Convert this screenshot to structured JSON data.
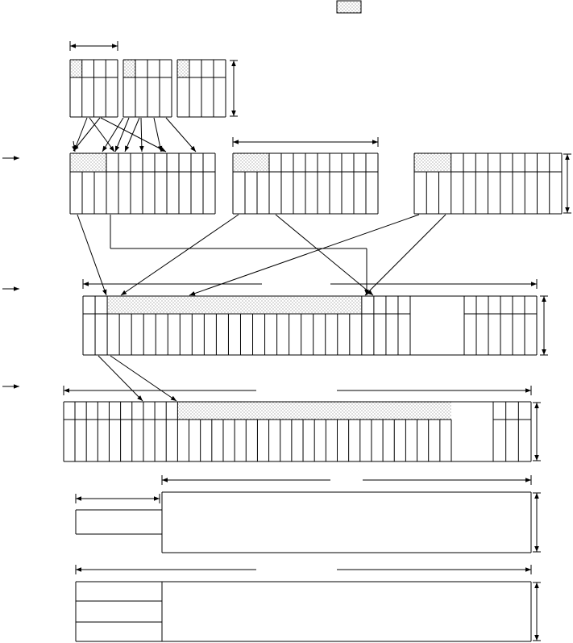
{
  "diagram": {
    "legend": {
      "swatch": "shaded-cell"
    },
    "colors": {
      "line": "#000000",
      "background": "#ffffff",
      "shade": "#d0d0d0"
    },
    "row_markers": 3,
    "stages": [
      {
        "id": "stage-1",
        "blocks": 3,
        "shaded_cells_per_block": 1
      },
      {
        "id": "stage-2",
        "blocks": 3,
        "shaded_cells_per_block": 1
      },
      {
        "id": "stage-3",
        "blocks": 1,
        "shaded_span": true
      },
      {
        "id": "stage-4",
        "blocks": 1,
        "shaded_span": true
      },
      {
        "id": "stage-5",
        "blocks": 2
      },
      {
        "id": "stage-6",
        "blocks": 2
      }
    ]
  }
}
